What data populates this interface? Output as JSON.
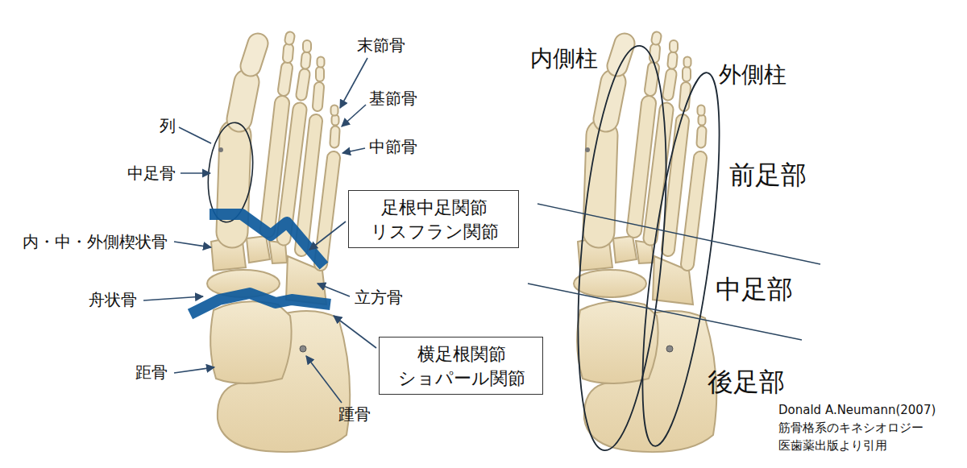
{
  "diagram": {
    "nodes": [
      {
        "text": [
          "足根中足関節 リスフラン関節"
        ]
      },
      {
        "text": [
          "横足根関節 ショパール関節"
        ]
      }
    ],
    "labels": [
      "列",
      "中足骨",
      "内・中・外側楔状骨",
      "舟状骨",
      "距骨",
      "末節骨",
      "基節骨",
      "中節骨",
      "立方骨",
      "踵骨",
      "内側柱",
      "外側柱",
      "前足部",
      "中足部",
      "後足部",
      "Donald A.Neumann(2007)",
      "筋骨格系のキネシオロジー",
      "医歯薬出版より引用"
    ]
  }
}
